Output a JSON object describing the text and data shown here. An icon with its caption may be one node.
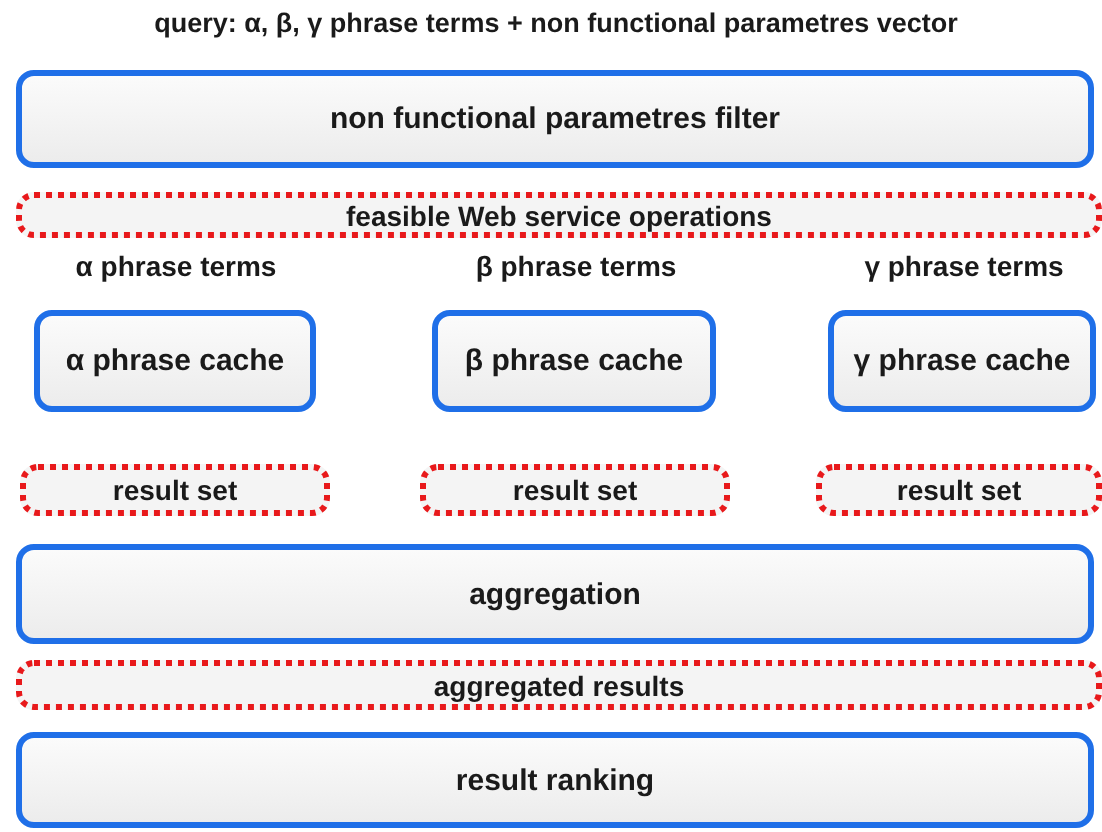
{
  "diagram": {
    "nodes": [
      {
        "text": [
          "non functional parametres filter"
        ]
      },
      {
        "text": [
          "feasible Web service operations"
        ]
      },
      {
        "text": [
          "α phrase cache"
        ]
      },
      {
        "text": [
          "β phrase cache"
        ]
      },
      {
        "text": [
          "γ phrase cache"
        ]
      },
      {
        "text": [
          "result set"
        ]
      },
      {
        "text": [
          "result set"
        ]
      },
      {
        "text": [
          "result set"
        ]
      },
      {
        "text": [
          "aggregation"
        ]
      },
      {
        "text": [
          "aggregated results"
        ]
      },
      {
        "text": [
          "result ranking"
        ]
      }
    ],
    "labels": [
      "query: α, β, γ phrase terms + non functional parametres vector",
      "α phrase terms",
      "β phrase terms",
      "γ phrase terms"
    ]
  }
}
